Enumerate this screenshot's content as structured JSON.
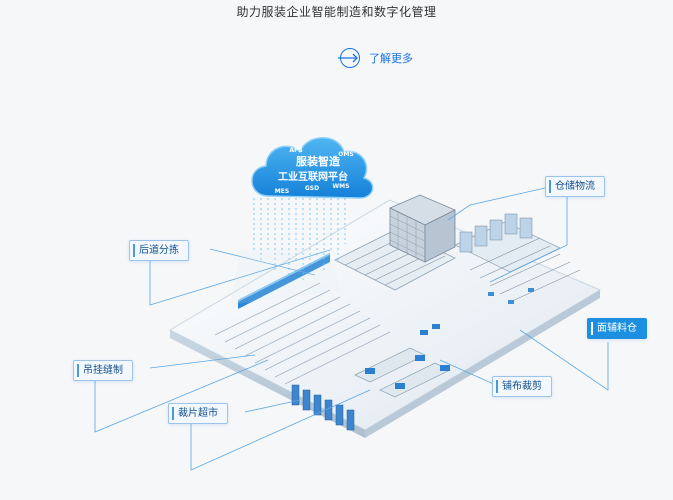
{
  "header": {
    "subtitle": "助力服装企业智能制造和数字化管理",
    "learn_more": "了解更多"
  },
  "cloud": {
    "line1": "APS",
    "line1b": "OMS",
    "line2": "服装智造",
    "line3": "工业互联网平台",
    "line4a": "MES",
    "line4b": "GSD",
    "line4c": "WMS"
  },
  "tags": {
    "warehouse": "仓储物流",
    "sorting": "后道分拣",
    "fabric": "面辅料仓",
    "hanging": "吊挂缝制",
    "spreading": "铺布裁剪",
    "cutpiece": "裁片超市"
  },
  "colors": {
    "accent": "#1a73e8",
    "cloud": "#1e9be6",
    "tag_border": "#9dc4e8"
  }
}
